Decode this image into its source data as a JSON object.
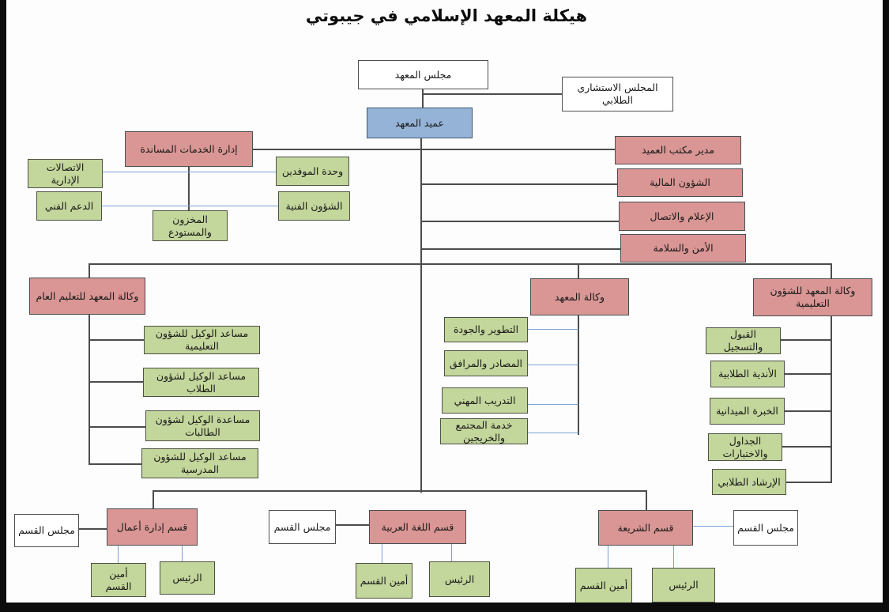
{
  "title": "هيكلة المعهد الإسلامي في جيبوتي",
  "colors": {
    "pink": "#d99694",
    "green": "#c3d69b",
    "blue": "#95b3d7",
    "white": "#ffffff",
    "line_dark": "#4c4c4c",
    "line_blue": "#7ba2d4"
  },
  "chart_type": "org-chart",
  "nodes": [
    {
      "id": "institute-council",
      "label": "مجلس المعهد",
      "role": "white"
    },
    {
      "id": "student-advisory-council",
      "label": "المجلس الاستشاري الطلابي",
      "role": "white"
    },
    {
      "id": "institute-dean",
      "label": "عميد المعهد",
      "role": "blue"
    },
    {
      "id": "support-services-dept",
      "label": "إدارة الخدمات المساندة",
      "role": "pink"
    },
    {
      "id": "admin-communications",
      "label": "الاتصالات الإدارية",
      "role": "green"
    },
    {
      "id": "envoys-unit",
      "label": "وحدة الموفدين",
      "role": "green"
    },
    {
      "id": "technical-support",
      "label": "الدعم الفني",
      "role": "green"
    },
    {
      "id": "technical-affairs",
      "label": "الشؤون الفنية",
      "role": "green"
    },
    {
      "id": "inventory-warehouse",
      "label": "المخزون والمستودع",
      "role": "green"
    },
    {
      "id": "dean-office-director",
      "label": "مدير مكتب العميد",
      "role": "pink"
    },
    {
      "id": "financial-affairs",
      "label": "الشؤون المالية",
      "role": "pink"
    },
    {
      "id": "media-communication",
      "label": "الإعلام والاتصال",
      "role": "pink"
    },
    {
      "id": "security-safety",
      "label": "الأمن والسلامة",
      "role": "pink"
    },
    {
      "id": "agency-general-education",
      "label": "وكالة المعهد للتعليم العام",
      "role": "pink"
    },
    {
      "id": "institute-agency",
      "label": "وكالة المعهد",
      "role": "pink"
    },
    {
      "id": "agency-educational-affairs",
      "label": "وكالة المعهد للشؤون التعليمية",
      "role": "pink"
    },
    {
      "id": "asst-agent-educational-affairs",
      "label": "مساعد الوكيل للشؤون التعليمية",
      "role": "green"
    },
    {
      "id": "asst-agent-student-affairs",
      "label": "مساعد الوكيل لشؤون الطلاب",
      "role": "green"
    },
    {
      "id": "asst-agent-female-students",
      "label": "مساعدة الوكيل لشؤون الطالبات",
      "role": "green"
    },
    {
      "id": "asst-agent-school-affairs",
      "label": "مساعد الوكيل للشؤون المدرسية",
      "role": "green"
    },
    {
      "id": "development-quality",
      "label": "التطوير والجودة",
      "role": "green"
    },
    {
      "id": "resources-facilities",
      "label": "المصادر والمرافق",
      "role": "green"
    },
    {
      "id": "vocational-training",
      "label": "التدريب المهني",
      "role": "green"
    },
    {
      "id": "community-graduates-service",
      "label": "خدمة المجتمع والخريجين",
      "role": "green"
    },
    {
      "id": "admission-registration",
      "label": "القبول والتسجيل",
      "role": "green"
    },
    {
      "id": "student-clubs",
      "label": "الأندية الطلابية",
      "role": "green"
    },
    {
      "id": "field-experience",
      "label": "الخبرة الميدانية",
      "role": "green"
    },
    {
      "id": "schedules-exams",
      "label": "الجداول والاختبارات",
      "role": "green"
    },
    {
      "id": "student-counseling",
      "label": "الإرشاد الطلابي",
      "role": "green"
    },
    {
      "id": "dept-council-business",
      "label": "مجلس القسم",
      "role": "white"
    },
    {
      "id": "dept-business-admin",
      "label": "قسم إدارة أعمال",
      "role": "pink"
    },
    {
      "id": "dept-secretary-business",
      "label": "أمين القسم",
      "role": "green"
    },
    {
      "id": "dept-head-business",
      "label": "الرئيس",
      "role": "green"
    },
    {
      "id": "dept-council-arabic",
      "label": "مجلس القسم",
      "role": "white"
    },
    {
      "id": "dept-arabic-language",
      "label": "قسم اللغة العربية",
      "role": "pink"
    },
    {
      "id": "dept-secretary-arabic",
      "label": "أمين القسم",
      "role": "green"
    },
    {
      "id": "dept-head-arabic",
      "label": "الرئيس",
      "role": "green"
    },
    {
      "id": "dept-sharia",
      "label": "قسم الشريعة",
      "role": "pink"
    },
    {
      "id": "dept-council-sharia",
      "label": "مجلس القسم",
      "role": "white"
    },
    {
      "id": "dept-secretary-sharia",
      "label": "أمين القسم",
      "role": "green"
    },
    {
      "id": "dept-head-sharia",
      "label": "الرئيس",
      "role": "green"
    }
  ]
}
